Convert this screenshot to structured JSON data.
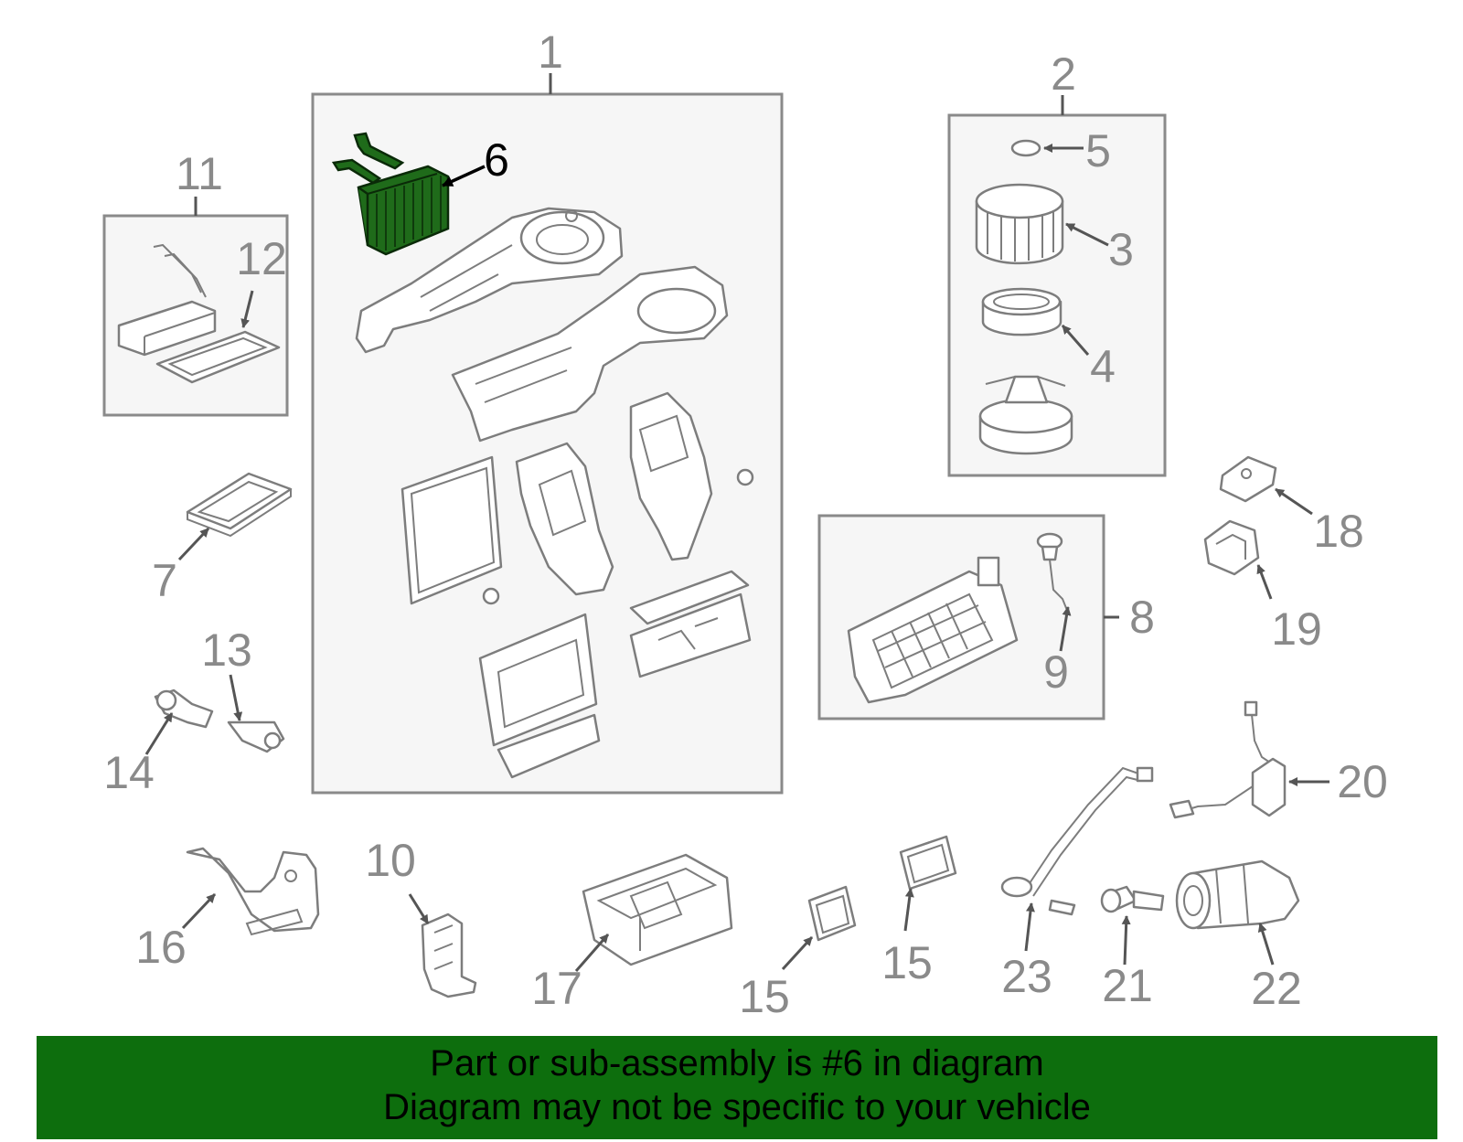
{
  "callouts": {
    "c1": "1",
    "c2": "2",
    "c3": "3",
    "c4": "4",
    "c5": "5",
    "c6": "6",
    "c7": "7",
    "c8": "8",
    "c9": "9",
    "c10": "10",
    "c11": "11",
    "c12": "12",
    "c13": "13",
    "c14": "14",
    "c15a": "15",
    "c15b": "15",
    "c16": "16",
    "c17": "17",
    "c18": "18",
    "c19": "19",
    "c20": "20",
    "c21": "21",
    "c22": "22",
    "c23": "23"
  },
  "highlighted_part": "6",
  "colors": {
    "highlight": "#1f6b1a",
    "banner": "#0d6e0d",
    "part_lines": "#7d7d7d"
  },
  "banner": {
    "line1": "Part or sub-assembly is #6 in diagram",
    "line2": "Diagram may not be specific to your vehicle"
  }
}
